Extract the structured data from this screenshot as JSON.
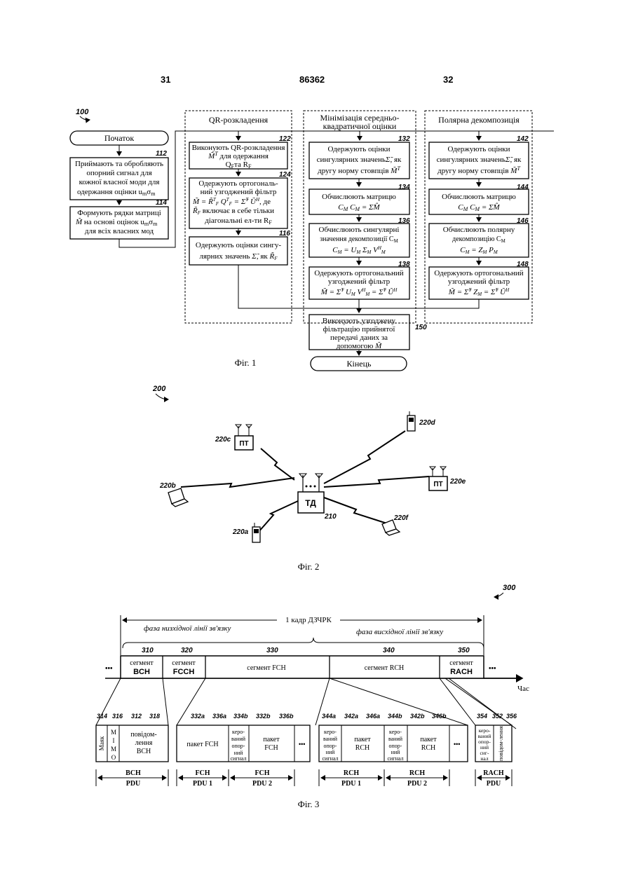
{
  "header": {
    "page_left": "31",
    "doc_number": "86362",
    "page_right": "32"
  },
  "fig1": {
    "ref": "100",
    "caption": "Фіг. 1",
    "start": "Початок",
    "end": "Кінець",
    "s112": {
      "num": "112",
      "l1": "Приймають та обробляють",
      "l2": "опорний сигнал для",
      "l3": "кожної власної моди для",
      "l4": "одержання оцінки u",
      "l4b": "σ"
    },
    "s114": {
      "num": "114",
      "l1": "Формують рядки матриці",
      "l2": "на основі оцінок u",
      "l2b": "σ",
      "l3": "для всіх власних мод"
    },
    "col_qr": {
      "title": "QR-розкладення",
      "s122": {
        "num": "122",
        "l1": "Виконують QR-розкладення",
        "l2": "для одержання",
        "l3": "Q",
        "l3b": "та R"
      },
      "s124": {
        "num": "124",
        "l1": "Одержують ортогональ-",
        "l2": "ний узгоджений фільтр",
        "l3b": ", де",
        "l4": "включає в себе тільки",
        "l5": "діагональні ел-ти R"
      },
      "s116": {
        "num": "116",
        "l1": "Одержують оцінки сингу-",
        "l2": "лярних значень",
        "l2b": ", як"
      }
    },
    "col_mmse": {
      "title1": "Мінімізація середньо-",
      "title2": "квадратичної оцінки",
      "s132": {
        "num": "132",
        "l1": "Одержують оцінки",
        "l2": "сингулярних значень",
        "l2b": ", як",
        "l3": "другу норму стовпців"
      },
      "s134": {
        "num": "134",
        "l1": "Обчислюють матрицю"
      },
      "s136": {
        "num": "136",
        "l1": "Обчислюють сингулярні",
        "l2": "значення декомпозиції C"
      },
      "s138": {
        "num": "138",
        "l1": "Одержують ортогональний",
        "l2": "узгоджений фільтр"
      }
    },
    "col_polar": {
      "title": "Полярна декомпозиція",
      "s142": {
        "num": "142",
        "l1": "Одержують оцінки",
        "l2": "сингулярних значень",
        "l2b": ", як",
        "l3": "другу норму стовпців"
      },
      "s144": {
        "num": "144",
        "l1": "Обчислюють матрицю"
      },
      "s146": {
        "num": "146",
        "l1": "Обчислюють полярну",
        "l2": "декомпозицію C"
      },
      "s148": {
        "num": "148",
        "l1": "Одержують ортогональний",
        "l2": "узгоджений фільтр"
      }
    },
    "s150": {
      "num": "150",
      "l1": "Виконують узгоджену",
      "l2": "фільтрацію прийнятої",
      "l3": "передачі даних за",
      "l4": "допомогою"
    }
  },
  "fig2": {
    "ref": "200",
    "caption": "Фіг. 2",
    "ap": {
      "label": "ТД",
      "num": "210"
    },
    "terminals": [
      {
        "num": "220a",
        "label": ""
      },
      {
        "num": "220b",
        "label": ""
      },
      {
        "num": "220c",
        "label": "ПТ"
      },
      {
        "num": "220d",
        "label": ""
      },
      {
        "num": "220e",
        "label": "ПТ"
      },
      {
        "num": "220f",
        "label": ""
      }
    ]
  },
  "fig3": {
    "ref": "300",
    "caption": "Фіг. 3",
    "frame_label": "1 кадр ДЗЧРК",
    "downlink_label": "фаза низхідної лінії зв'язку",
    "uplink_label": "фаза висхідної лінії зв'язку",
    "time_label": "Час",
    "dots": "•••",
    "segments": [
      {
        "num": "310",
        "l1": "сегмент",
        "l2": "BCH"
      },
      {
        "num": "320",
        "l1": "сегмент",
        "l2": "FCCH"
      },
      {
        "num": "330",
        "l1": "сегмент FCH",
        "l2": ""
      },
      {
        "num": "340",
        "l1": "сегмент RCH",
        "l2": ""
      },
      {
        "num": "350",
        "l1": "сегмент",
        "l2": "RACH"
      }
    ],
    "bch_parts": {
      "n314": "314",
      "n316": "316",
      "n312": "312",
      "n318": "318",
      "beacon": "Маяк",
      "mimo": "MIMO",
      "msg1": "повідом-",
      "msg2": "лення",
      "msg3": "BCH"
    },
    "fch_parts": {
      "n332a": "332a",
      "n336a": "336a",
      "n334b": "334b",
      "n332b": "332b",
      "n336b": "336b",
      "pkt": "пакет FCH",
      "pkt2a": "пакет",
      "pkt2b": "FCH",
      "steer": [
        "керо-",
        "ваний",
        "опор-",
        "ний",
        "сигнал"
      ]
    },
    "rch_parts": {
      "n344a": "344a",
      "n342a": "342a",
      "n346a": "346a",
      "n344b": "344b",
      "n342b": "342b",
      "n346b": "346b",
      "pkt_a": "пакет",
      "pkt_b": "RCH",
      "steer": [
        "керо-",
        "ваний",
        "опор-",
        "ний",
        "сигнал"
      ]
    },
    "rach_parts": {
      "n354": "354",
      "n352": "352",
      "n356": "356",
      "steer": [
        "керо-",
        "ваний",
        "опор-",
        "ний",
        "сиг-",
        "нал"
      ],
      "msg": "повідом-лення"
    },
    "pdus": [
      {
        "t": "BCH",
        "b": "PDU"
      },
      {
        "t": "FCH",
        "b": "PDU 1"
      },
      {
        "t": "FCH",
        "b": "PDU 2"
      },
      {
        "t": "RCH",
        "b": "PDU 1"
      },
      {
        "t": "RCH",
        "b": "PDU 2"
      },
      {
        "t": "RACH",
        "b": "PDU"
      }
    ]
  }
}
